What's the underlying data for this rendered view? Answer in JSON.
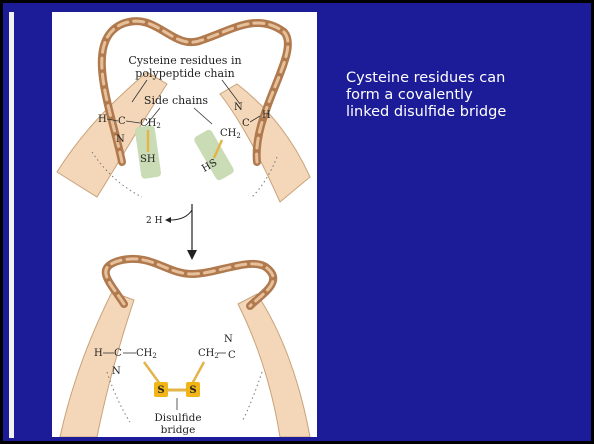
{
  "slide": {
    "colors": {
      "frame": "#000000",
      "background": "#1c1c99",
      "caption_text": "#ffffff",
      "strip": "#f2f2f2"
    },
    "caption_lines": [
      "Cysteine residues can",
      "form a covalently",
      "linked disulfide bridge"
    ]
  },
  "figure": {
    "colors": {
      "backbone_ribbon": "#b07a4e",
      "chain_band": "#f3d7b8",
      "side_chain_highlight": "#c9dcb6",
      "sulfur": "#f2b516",
      "bond": "#e2b44a"
    },
    "top": {
      "title_lines": [
        "Cysteine residues in",
        "polypeptide chain"
      ],
      "side_chains_label": "Side chains",
      "left_atoms": {
        "h": "H",
        "c": "C",
        "n": "N",
        "ch2": "CH",
        "ch2_sub": "2",
        "sh": "SH"
      },
      "right_atoms": {
        "h": "H",
        "c": "C",
        "n": "N",
        "ch2": "CH",
        "ch2_sub": "2",
        "hs": "HS"
      }
    },
    "reaction": {
      "label": "2 H"
    },
    "bottom": {
      "left_atoms": {
        "h": "H",
        "c": "C",
        "n": "N",
        "ch2": "CH",
        "ch2_sub": "2",
        "s": "S"
      },
      "right_atoms": {
        "c": "C",
        "n": "N",
        "ch2": "CH",
        "ch2_sub": "2",
        "s": "S"
      },
      "bridge_label_lines": [
        "Disulfide",
        "bridge"
      ]
    }
  }
}
